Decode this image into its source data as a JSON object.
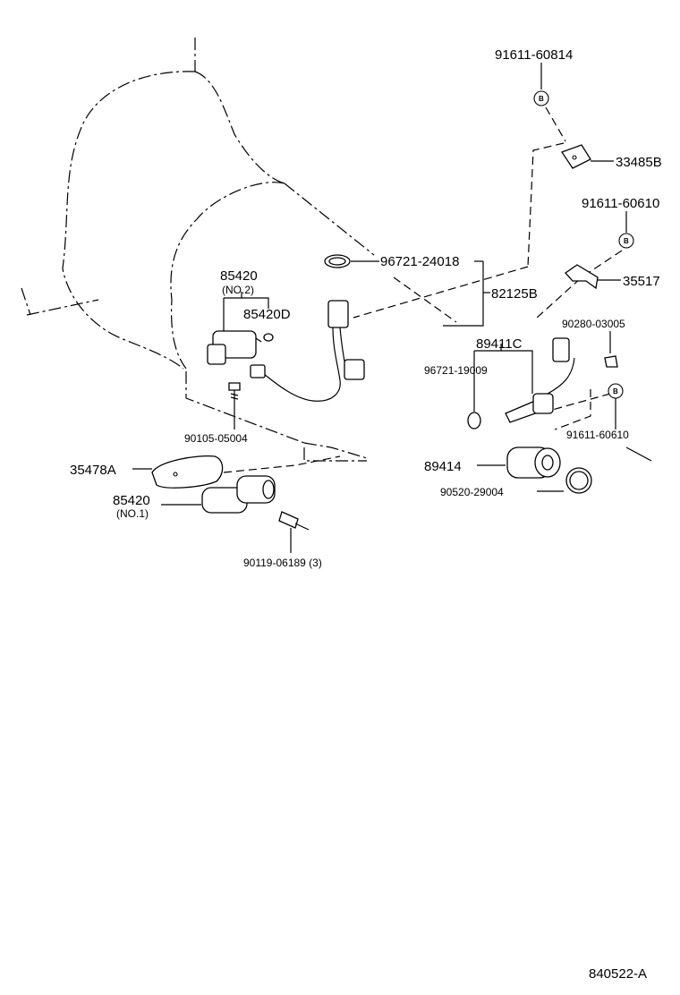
{
  "labels": {
    "p91611_60814": "91611-60814",
    "p33485B": "33485B",
    "p91611_60610a": "91611-60610",
    "p96721_24018": "96721-24018",
    "p82125B": "82125B",
    "p35517": "35517",
    "p85420_top": "85420",
    "p85420_no2": "(NO.2)",
    "p85420D": "85420D",
    "p90280_03005": "90280-03005",
    "p89411C": "89411C",
    "p96721_19009": "96721-19009",
    "p91611_60610b": "91611-60610",
    "p90105_05004": "90105-05004",
    "p35478A": "35478A",
    "p89414": "89414",
    "p90520_29004": "90520-29004",
    "p85420_bottom": "85420",
    "p85420_no1": "(NO.1)",
    "p90119_06189": "90119-06189 (3)",
    "diagram_code": "840522-A",
    "bolt_mark": "B"
  }
}
